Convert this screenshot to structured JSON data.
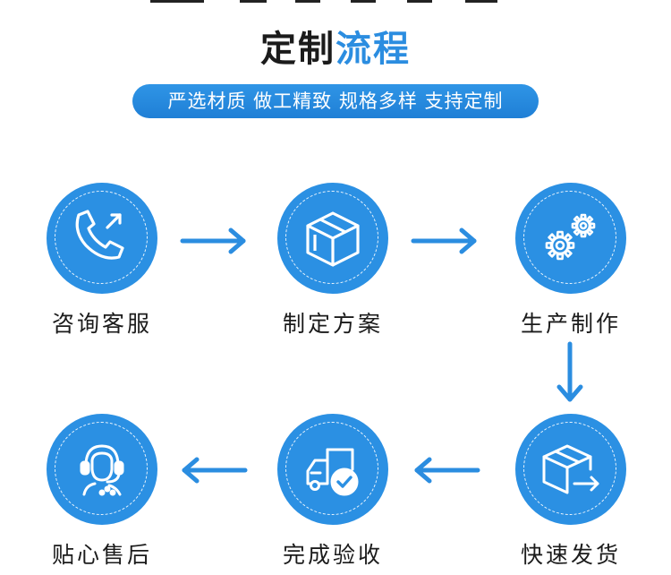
{
  "header": {
    "title_part1": "定制",
    "title_part2": "流程",
    "subtitle": "严选材质  做工精致  规格多样  支持定制"
  },
  "steps": [
    {
      "label": "咨询客服",
      "icon": "phone-icon"
    },
    {
      "label": "制定方案",
      "icon": "box-icon"
    },
    {
      "label": "生产制作",
      "icon": "gears-icon"
    },
    {
      "label": "快速发货",
      "icon": "package-ship-icon"
    },
    {
      "label": "完成验收",
      "icon": "truck-check-icon"
    },
    {
      "label": "贴心售后",
      "icon": "headset-agent-icon"
    }
  ],
  "colors": {
    "accent": "#2b90e3",
    "title_accent": "#2b8de0",
    "text": "#1b1b1b"
  }
}
